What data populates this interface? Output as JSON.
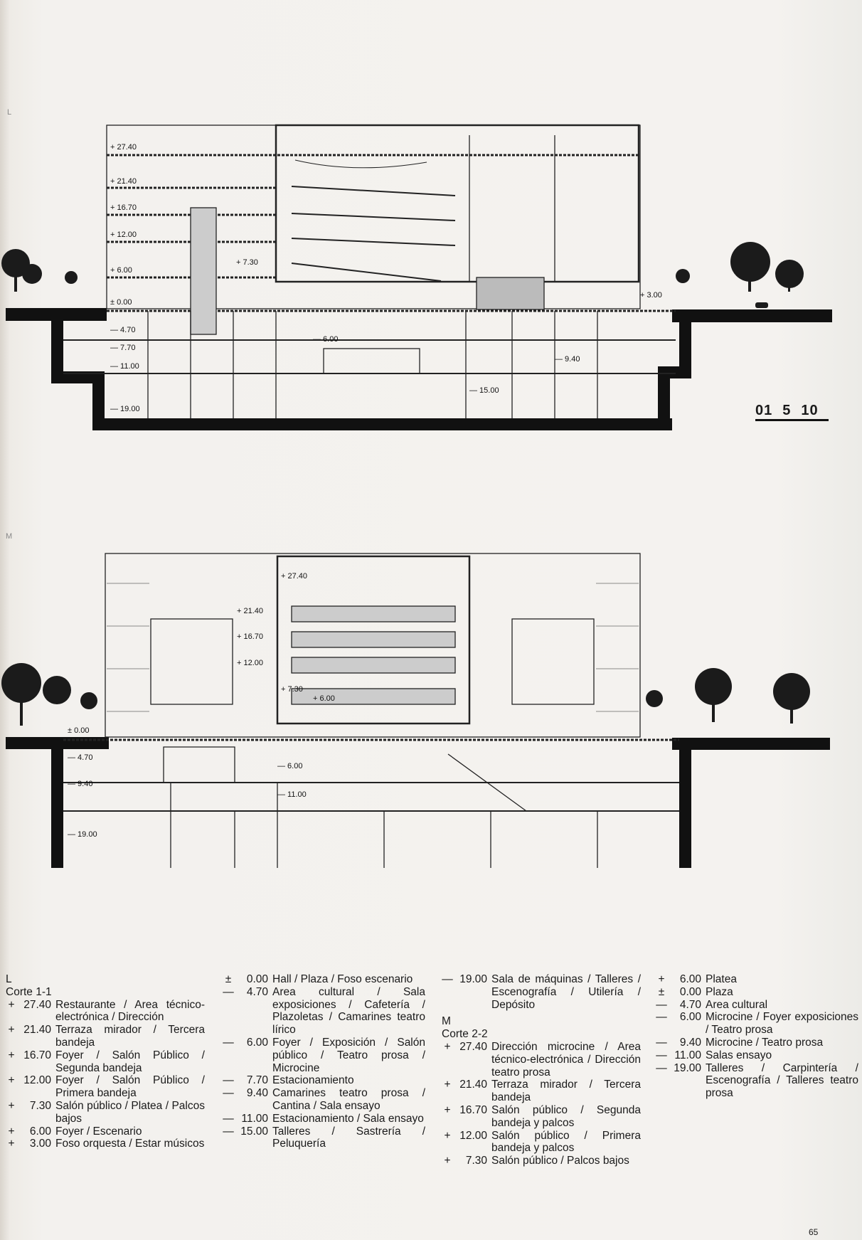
{
  "margin_marks": {
    "l": "L",
    "m": "M"
  },
  "section1": {
    "levels": {
      "p2740": "+ 27.40",
      "p2140": "+ 21.40",
      "p1670": "+ 16.70",
      "p1200": "+ 12.00",
      "p600": "+ 6.00",
      "z000": "± 0.00",
      "m470": "— 4.70",
      "m770": "— 7.70",
      "m1100": "— 11.00",
      "m1900": "— 19.00",
      "p730": "+ 7.30",
      "m600": "— 6.00",
      "m940": "— 9.40",
      "m1500": "— 15.00",
      "p300": "+ 3.00"
    }
  },
  "scale_bar": {
    "labels": [
      "01",
      "5",
      "10"
    ]
  },
  "section2": {
    "levels": {
      "p2740": "+ 27.40",
      "p2140": "+ 21.40",
      "p1670": "+ 16.70",
      "p1200": "+ 12.00",
      "p730": "+ 7.30",
      "p600": "+ 6.00",
      "z000": "± 0.00",
      "m470": "— 4.70",
      "m940": "— 9.40",
      "m1900": "— 19.00",
      "m600": "— 6.00",
      "m1100": "— 11.00"
    }
  },
  "legend": {
    "corte1": {
      "letter": "L",
      "title": "Corte 1-1",
      "entries": [
        {
          "sign": "+",
          "level": "27.40",
          "text": "Restaurante / Area técnico-electrónica / Dirección"
        },
        {
          "sign": "+",
          "level": "21.40",
          "text": "Terraza mirador / Tercera bandeja"
        },
        {
          "sign": "+",
          "level": "16.70",
          "text": "Foyer / Salón Público / Segunda bandeja"
        },
        {
          "sign": "+",
          "level": "12.00",
          "text": "Foyer / Salón Público / Primera bandeja"
        },
        {
          "sign": "+",
          "level": "7.30",
          "text": "Salón público / Platea / Palcos bajos"
        },
        {
          "sign": "+",
          "level": "6.00",
          "text": "Foyer / Escenario"
        },
        {
          "sign": "+",
          "level": "3.00",
          "text": "Foso orquesta / Estar músicos"
        },
        {
          "sign": "±",
          "level": "0.00",
          "text": "Hall / Plaza / Foso escenario"
        },
        {
          "sign": "—",
          "level": "4.70",
          "text": "Area cultural / Sala exposiciones / Cafetería / Plazoletas / Camarines teatro lírico"
        },
        {
          "sign": "—",
          "level": "6.00",
          "text": "Foyer / Exposición / Salón público / Teatro prosa / Microcine"
        },
        {
          "sign": "—",
          "level": "7.70",
          "text": "Estacionamiento"
        },
        {
          "sign": "—",
          "level": "9.40",
          "text": "Camarines teatro prosa / Cantina / Sala ensayo"
        },
        {
          "sign": "—",
          "level": "11.00",
          "text": "Estacionamiento / Sala ensayo"
        },
        {
          "sign": "—",
          "level": "15.00",
          "text": "Talleres / Sastrería / Peluquería"
        },
        {
          "sign": "—",
          "level": "19.00",
          "text": "Sala de máquinas / Talleres / Escenografía / Utilería / Depósito"
        }
      ]
    },
    "corte2": {
      "letter": "M",
      "title": "Corte 2-2",
      "entries": [
        {
          "sign": "+",
          "level": "27.40",
          "text": "Dirección microcine / Area técnico-electrónica / Dirección teatro prosa"
        },
        {
          "sign": "+",
          "level": "21.40",
          "text": "Terraza mirador / Tercera bandeja"
        },
        {
          "sign": "+",
          "level": "16.70",
          "text": "Salón público / Segunda bandeja y palcos"
        },
        {
          "sign": "+",
          "level": "12.00",
          "text": "Salón público / Primera bandeja y palcos"
        },
        {
          "sign": "+",
          "level": "7.30",
          "text": "Salón público / Palcos bajos"
        },
        {
          "sign": "+",
          "level": "6.00",
          "text": "Platea"
        },
        {
          "sign": "±",
          "level": "0.00",
          "text": "Plaza"
        },
        {
          "sign": "—",
          "level": "4.70",
          "text": "Area cultural"
        },
        {
          "sign": "—",
          "level": "6.00",
          "text": "Microcine / Foyer exposiciones / Teatro prosa"
        },
        {
          "sign": "—",
          "level": "9.40",
          "text": "Microcine / Teatro prosa"
        },
        {
          "sign": "—",
          "level": "11.00",
          "text": "Salas ensayo"
        },
        {
          "sign": "—",
          "level": "19.00",
          "text": "Talleres / Carpintería / Escenografía / Talleres teatro prosa"
        }
      ]
    }
  },
  "page_number": "65"
}
